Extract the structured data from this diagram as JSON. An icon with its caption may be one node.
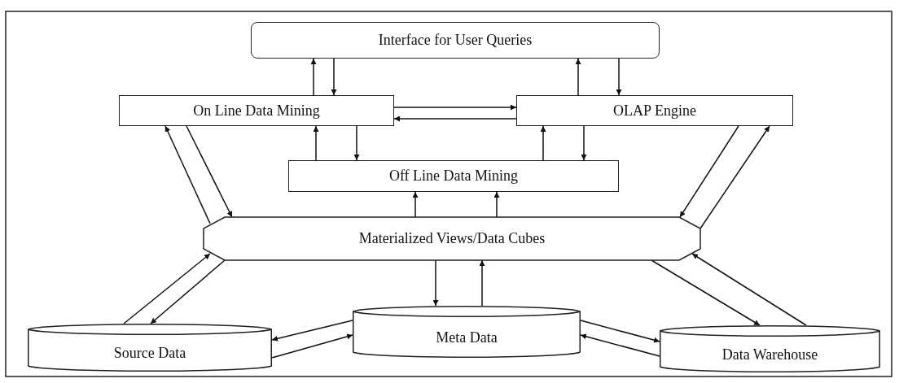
{
  "diagram": {
    "nodes": [
      {
        "text": [
          "Interface for User Queries"
        ]
      },
      {
        "text": [
          "On Line Data Mining"
        ]
      },
      {
        "text": [
          "OLAP Engine"
        ]
      },
      {
        "text": [
          "Off Line Data Mining"
        ]
      },
      {
        "text": [
          "Materialized Views/Data Cubes"
        ]
      },
      {
        "text": [
          "Meta Data"
        ]
      },
      {
        "text": [
          "Source Data"
        ]
      },
      {
        "text": [
          "Data Warehouse"
        ]
      }
    ],
    "edges": [
      {
        "from": 1,
        "to": 0,
        "arrow": "to"
      },
      {
        "from": 0,
        "to": 1,
        "arrow": "to"
      },
      {
        "from": 2,
        "to": 0,
        "arrow": "to"
      },
      {
        "from": 0,
        "to": 2,
        "arrow": "to"
      },
      {
        "from": 1,
        "to": 2,
        "arrow": "to"
      },
      {
        "from": 2,
        "to": 1,
        "arrow": "to"
      },
      {
        "from": 3,
        "to": 1,
        "arrow": "to"
      },
      {
        "from": 1,
        "to": 3,
        "arrow": "to"
      },
      {
        "from": 3,
        "to": 2,
        "arrow": "to"
      },
      {
        "from": 2,
        "to": 3,
        "arrow": "to"
      },
      {
        "from": 4,
        "to": 3,
        "arrow": "to"
      },
      {
        "from": 4,
        "to": 3,
        "arrow": "to"
      },
      {
        "from": 4,
        "to": 1,
        "arrow": "to"
      },
      {
        "from": 1,
        "to": 4,
        "arrow": "to"
      },
      {
        "from": 2,
        "to": 4,
        "arrow": "to"
      },
      {
        "from": 4,
        "to": 2,
        "arrow": "to"
      },
      {
        "from": 6,
        "to": 4,
        "arrow": "to"
      },
      {
        "from": 4,
        "to": 6,
        "arrow": "to"
      },
      {
        "from": 5,
        "to": 6,
        "arrow": "to"
      },
      {
        "from": 6,
        "to": 5,
        "arrow": "to"
      },
      {
        "from": 5,
        "to": 7,
        "arrow": "to"
      },
      {
        "from": 7,
        "to": 5,
        "arrow": "to"
      },
      {
        "from": 4,
        "to": 7,
        "arrow": "to"
      },
      {
        "from": 7,
        "to": 4,
        "arrow": "to"
      },
      {
        "from": 4,
        "to": 5,
        "arrow": "to"
      },
      {
        "from": 5,
        "to": 4,
        "arrow": "to"
      }
    ]
  }
}
